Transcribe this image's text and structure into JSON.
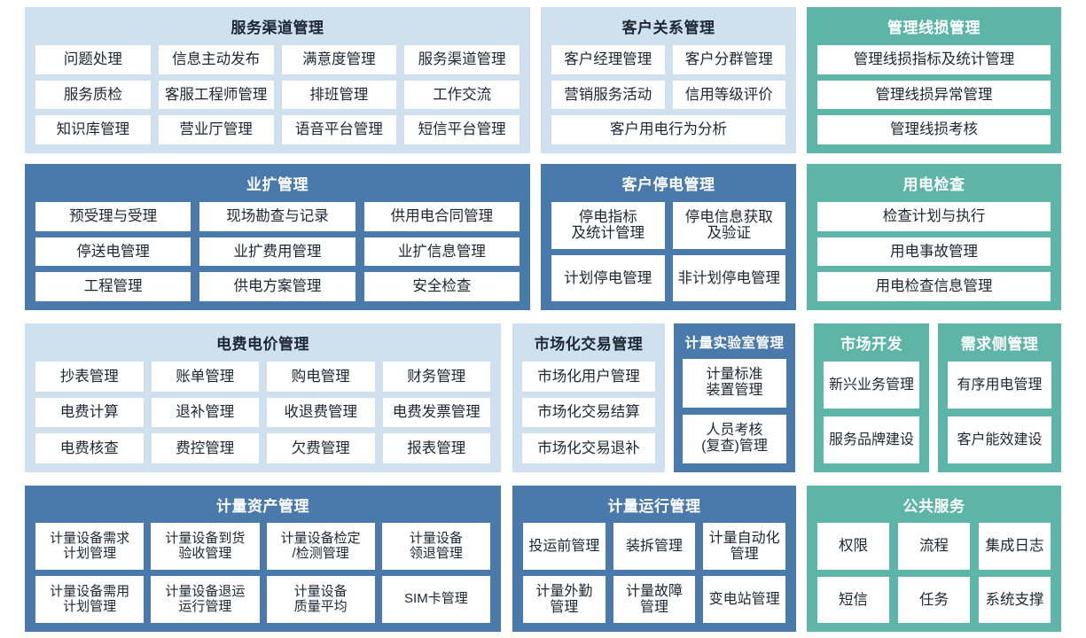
{
  "colors": {
    "light_panel": "#cfe0ef",
    "blue_panel": "#4a79ab",
    "teal_panel": "#5cb5a7",
    "cell_bg": "#ffffff",
    "text_dark": "#1d2733",
    "text_light": "#ffffff",
    "page_bg": "#ffffff"
  },
  "panels": {
    "service_channel": {
      "title": "服务渠道管理",
      "theme": "light",
      "items": [
        "问题处理",
        "信息主动发布",
        "满意度管理",
        "服务渠道管理",
        "服务质检",
        "客服工程师管理",
        "排班管理",
        "工作交流",
        "知识库管理",
        "营业厅管理",
        "语音平台管理",
        "短信平台管理"
      ]
    },
    "customer_relation": {
      "title": "客户关系管理",
      "theme": "light",
      "items": [
        "客户经理管理",
        "客户分群管理",
        "营销服务活动",
        "信用等级评价",
        "客户用电行为分析"
      ]
    },
    "line_loss": {
      "title": "管理线损管理",
      "theme": "teal",
      "items": [
        "管理线损指标及统计管理",
        "管理线损异常管理",
        "管理线损考核"
      ]
    },
    "business_expansion": {
      "title": "业扩管理",
      "theme": "blue",
      "items": [
        "预受理与受理",
        "现场勘查与记录",
        "供用电合同管理",
        "停送电管理",
        "业扩费用管理",
        "业扩信息管理",
        "工程管理",
        "供电方案管理",
        "安全检查"
      ]
    },
    "customer_outage": {
      "title": "客户停电管理",
      "theme": "blue",
      "items": [
        "停电指标\n及统计管理",
        "停电信息获取\n及验证",
        "计划停电管理",
        "非计划停电管理"
      ]
    },
    "power_inspection": {
      "title": "用电检查",
      "theme": "teal",
      "items": [
        "检查计划与执行",
        "用电事故管理",
        "用电检查信息管理"
      ]
    },
    "tariff_price": {
      "title": "电费电价管理",
      "theme": "light",
      "items": [
        "抄表管理",
        "账单管理",
        "购电管理",
        "财务管理",
        "电费计算",
        "退补管理",
        "收退费管理",
        "电费发票管理",
        "电费核查",
        "费控管理",
        "欠费管理",
        "报表管理"
      ]
    },
    "market_trade": {
      "title": "市场化交易管理",
      "theme": "light",
      "items": [
        "市场化用户管理",
        "市场化交易结算",
        "市场化交易退补"
      ]
    },
    "metering_lab": {
      "title": "计量实验室管理",
      "theme": "blue",
      "items": [
        "计量标准\n装置管理",
        "人员考核\n(复查)管理"
      ]
    },
    "market_development": {
      "title": "市场开发",
      "theme": "teal",
      "items": [
        "新兴业务管理",
        "服务品牌建设"
      ]
    },
    "demand_side": {
      "title": "需求侧管理",
      "theme": "teal",
      "items": [
        "有序用电管理",
        "客户能效建设"
      ]
    },
    "metering_asset": {
      "title": "计量资产管理",
      "theme": "blue",
      "items": [
        "计量设备需求\n计划管理",
        "计量设备到货\n验收管理",
        "计量设备检定\n/检测管理",
        "计量设备\n领退管理",
        "计量设备需用\n计划管理",
        "计量设备退运\n运行管理",
        "计量设备\n质量平均",
        "SIM卡管理"
      ]
    },
    "metering_operation": {
      "title": "计量运行管理",
      "theme": "blue",
      "items": [
        "投运前管理",
        "装拆管理",
        "计量自动化\n管理",
        "计量外勤\n管理",
        "计量故障\n管理",
        "变电站管理"
      ]
    },
    "public_service": {
      "title": "公共服务",
      "theme": "teal",
      "items": [
        "权限",
        "流程",
        "集成日志",
        "短信",
        "任务",
        "系统支撑"
      ]
    }
  }
}
